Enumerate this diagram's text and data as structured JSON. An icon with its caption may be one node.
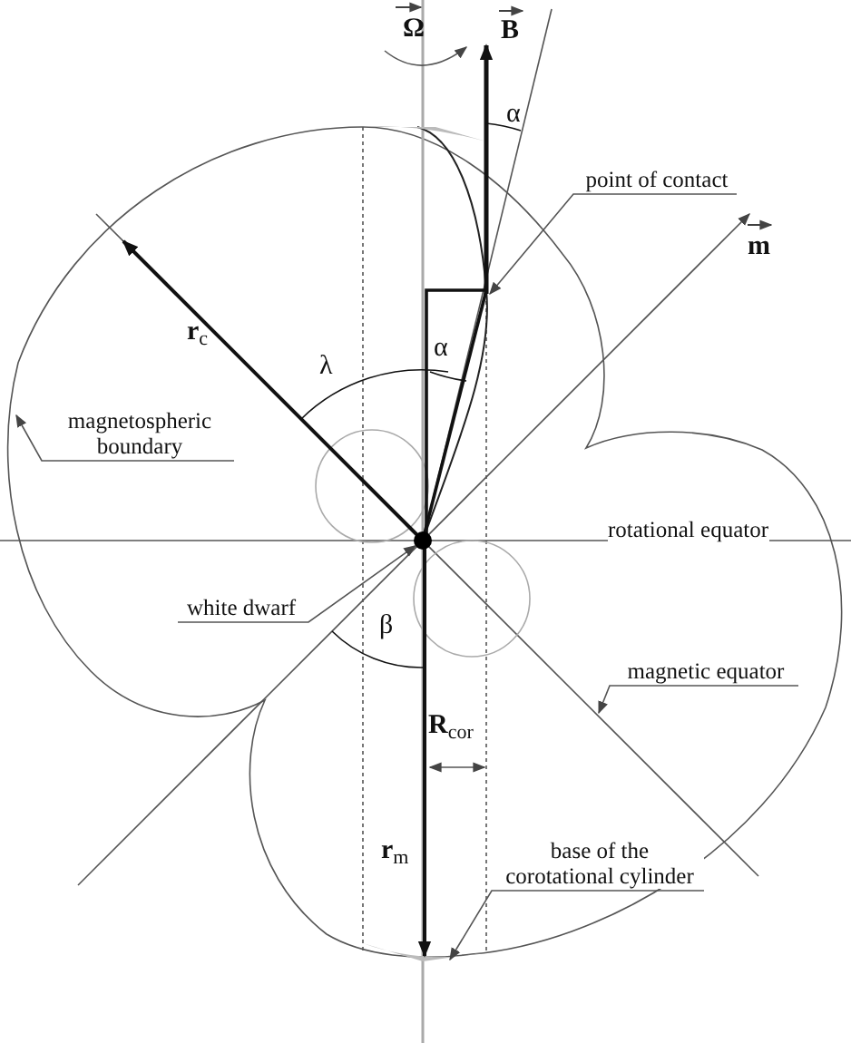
{
  "diagram": {
    "nodes": [
      {
        "text": [
          "point of contact"
        ]
      },
      {
        "text": [
          "magnetospheric boundary"
        ]
      },
      {
        "text": [
          "white dwarf"
        ]
      },
      {
        "text": [],
        "shape": "circle"
      },
      {
        "text": [
          "magnetic equator"
        ]
      },
      {
        "text": [
          "base of the corotational cylinder"
        ]
      }
    ],
    "edges": [
      {
        "from": 0,
        "to": null,
        "arrow": "to"
      },
      {
        "from": 1,
        "to": null,
        "arrow": "to"
      },
      {
        "from": 2,
        "to": 3,
        "arrow": "to"
      },
      {
        "from": 4,
        "to": null,
        "arrow": "to"
      },
      {
        "from": 5,
        "to": null,
        "arrow": "to"
      }
    ],
    "labels": [
      "Ω",
      "B",
      "α",
      "m",
      "r$_{c}$",
      "α",
      "λ",
      "rotational equator",
      "β",
      "R$_{cor}$",
      "r$_{m}$"
    ]
  }
}
